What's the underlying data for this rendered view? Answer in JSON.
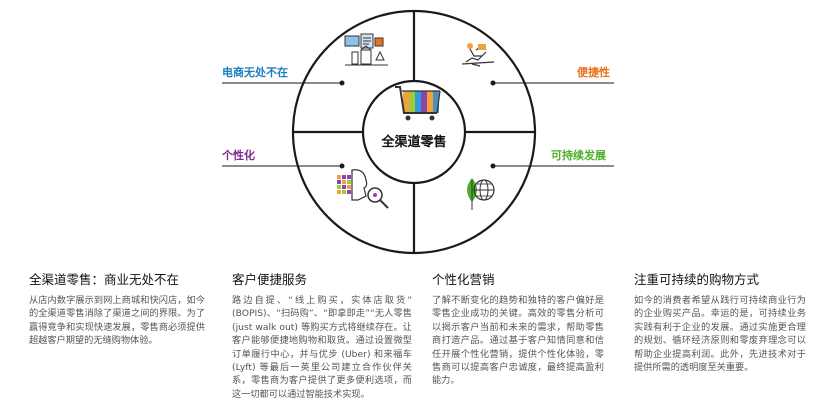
{
  "diagram": {
    "center_label": "全渠道零售",
    "segments": [
      {
        "label": "电商无处不在",
        "color": "#1a7fc1",
        "icon": "store-kiosk-icon"
      },
      {
        "label": "便捷性",
        "color": "#e8731a",
        "icon": "courier-scooter-icon"
      },
      {
        "label": "个性化",
        "color": "#7a2a8c",
        "icon": "face-profile-magnifier-icon"
      },
      {
        "label": "可持续发展",
        "color": "#4caf2a",
        "icon": "leaf-globe-icon"
      }
    ]
  },
  "columns": [
    {
      "title": "全渠道零售：商业无处不在",
      "body": "从店内数字展示到网上商城和快闪店，如今的全渠道零售消除了渠道之间的界限。为了赢得竞争和实现快速发展，零售商必须提供超越客户期望的无缝购物体验。"
    },
    {
      "title": "客户便捷服务",
      "body": "路边自提、“线上购买，实体店取货” (BOPIS)、“扫码购”、“即拿即走”“无人零售 (just walk out) 等购买方式将继续存在。让客户能够便捷地购物和取货。通过设置微型订单履行中心，并与优步 (Uber) 和来福车 (Lyft) 等最后一英里公司建立合作伙伴关系，零售商为客户提供了更多便利选项，而这一切都可以通过智能技术实现。"
    },
    {
      "title": "个性化营销",
      "body": "了解不断变化的趋势和独特的客户偏好是零售企业成功的关键。高效的零售分析可以揭示客户当前和未来的需求，帮助零售商打造产品。通过基于客户知情同意和信任开展个性化营销，提供个性化体验，零售商可以提高客户忠诚度，最终提高盈利能力。"
    },
    {
      "title": "注重可持续的购物方式",
      "body": "如今的消费者希望从践行可持续商业行为的企业购买产品。幸运的是，可持续业务实践有利于企业的发展。通过实施更合理的规划、循环经济原则和零废弃理念可以帮助企业提高利润。此外，先进技术对于提供所需的透明度至关重要。"
    }
  ]
}
